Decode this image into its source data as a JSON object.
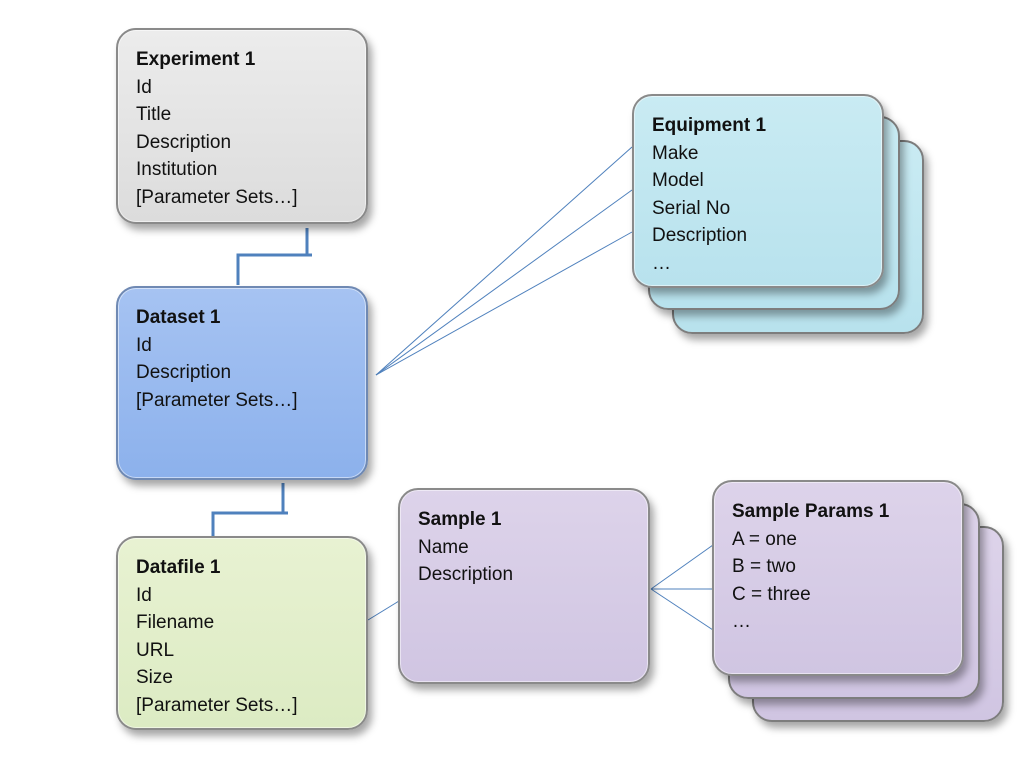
{
  "experiment": {
    "title": "Experiment 1",
    "fields": [
      "Id",
      "Title",
      "Description",
      "Institution",
      "[Parameter Sets…]"
    ]
  },
  "dataset": {
    "title": "Dataset 1",
    "fields": [
      "Id",
      "Description",
      "[Parameter Sets…]"
    ]
  },
  "datafile": {
    "title": "Datafile 1",
    "fields": [
      "Id",
      "Filename",
      "URL",
      "Size",
      "[Parameter Sets…]"
    ]
  },
  "equipment": {
    "title": "Equipment 1",
    "fields": [
      "Make",
      "Model",
      "Serial No",
      "Description",
      "…"
    ]
  },
  "sample": {
    "title": "Sample 1",
    "fields": [
      "Name",
      "Description"
    ]
  },
  "sample_params": {
    "title": "Sample Params 1",
    "fields": [
      "A = one",
      "B = two",
      "C = three",
      "…"
    ]
  },
  "colors": {
    "connector": "#4f81bd",
    "experiment_fill": "#e3e3e3",
    "dataset_fill": "#99bbee",
    "datafile_fill": "#e2efcc",
    "sample_fill": "#d7cde6",
    "equipment_fill": "#c2e8f1"
  }
}
